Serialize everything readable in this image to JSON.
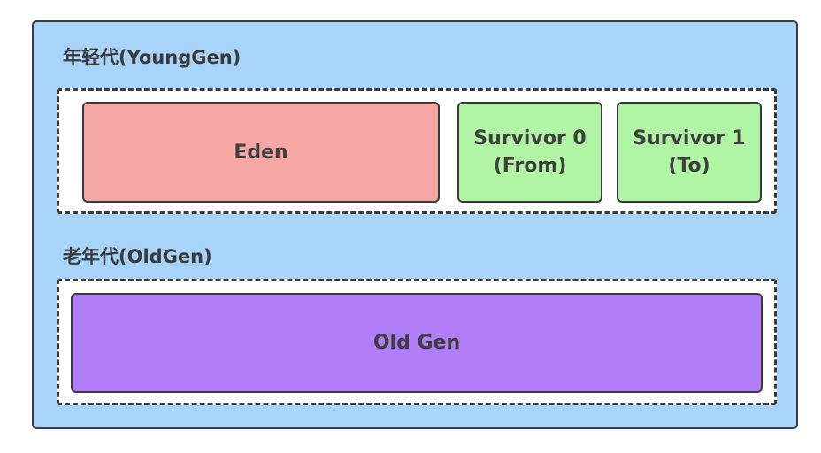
{
  "young_gen": {
    "label": "年轻代(YoungGen)",
    "eden": "Eden",
    "survivor0": {
      "line1": "Survivor 0",
      "line2": "(From)"
    },
    "survivor1": {
      "line1": "Survivor 1",
      "line2": "(To)"
    }
  },
  "old_gen": {
    "label": "老年代(OldGen)",
    "region": "Old Gen"
  },
  "colors": {
    "heap_background": "#a9d4f9",
    "eden": "#f6a6a3",
    "survivor": "#b0f5a3",
    "old_gen": "#b27ef8"
  }
}
